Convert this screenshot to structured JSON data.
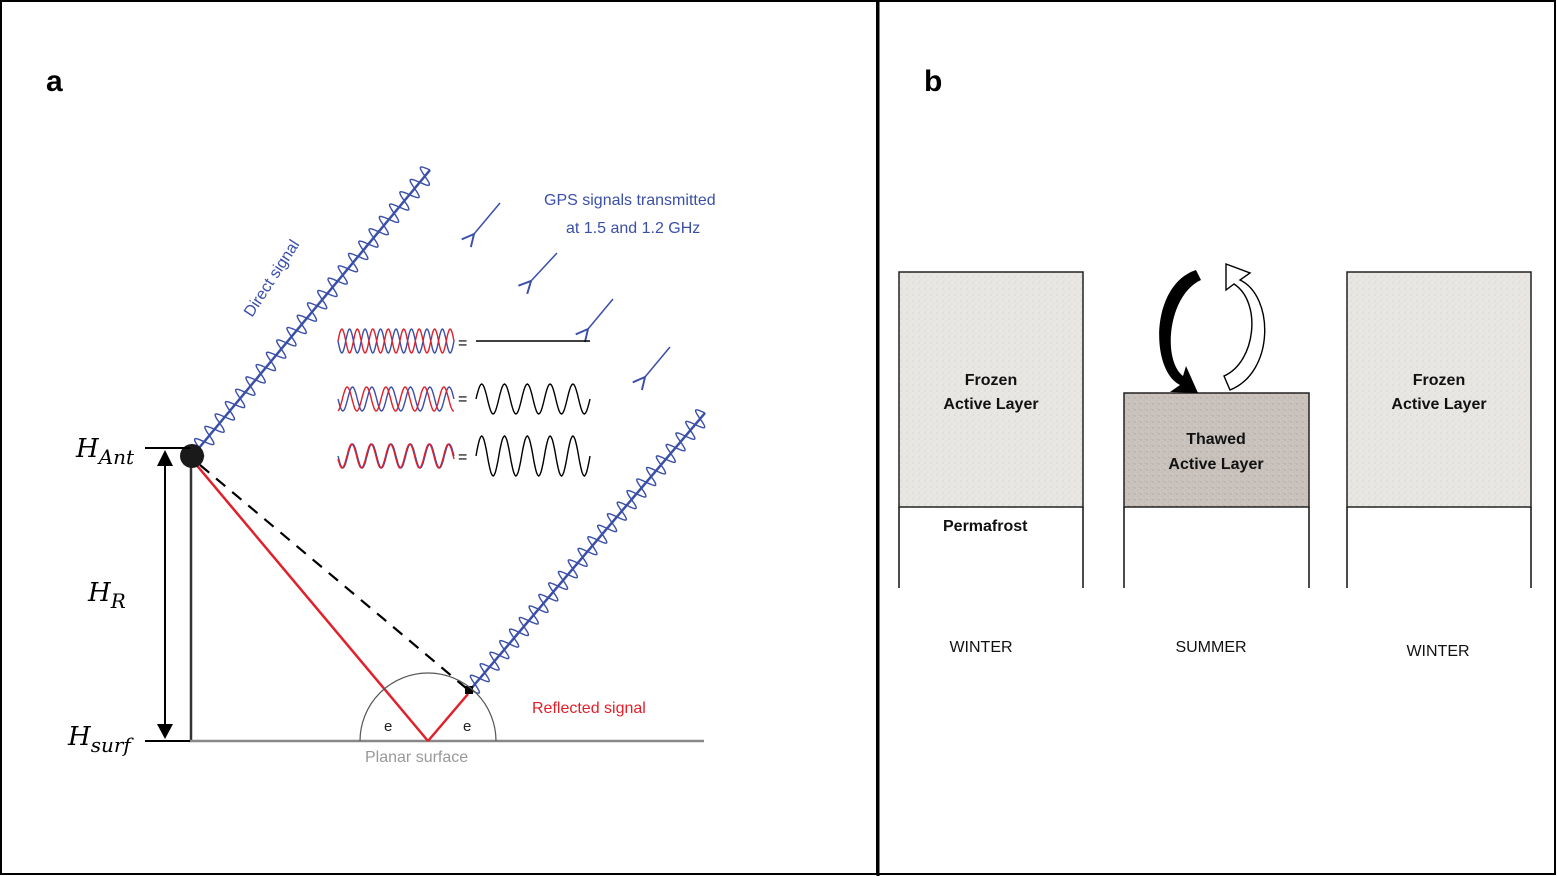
{
  "panel_a": {
    "label": "a",
    "gps_text_line1": "GPS signals transmitted",
    "gps_text_line2": "at 1.5 and 1.2 GHz",
    "direct_signal": "Direct signal",
    "reflected_signal": "Reflected signal",
    "planar_surface": "Planar surface",
    "angle_label": "e",
    "equals": "=",
    "h_ant_main": "H",
    "h_ant_sub": "Ant",
    "h_r_main": "H",
    "h_r_sub": "R",
    "h_surf_main": "H",
    "h_surf_sub": "surf",
    "colors": {
      "signal_blue": "#3a4fa8",
      "reflected_red": "#e0202a",
      "surface_gray": "#888888",
      "label_blue": "#3a4fa8"
    }
  },
  "panel_b": {
    "label": "b",
    "block1_line1": "Frozen",
    "block1_line2": "Active Layer",
    "block2_line1": "Thawed",
    "block2_line2": "Active Layer",
    "block3_line1": "Frozen",
    "block3_line2": "Active Layer",
    "permafrost": "Permafrost",
    "season1": "WINTER",
    "season2": "SUMMER",
    "season3": "WINTER",
    "colors": {
      "frozen_fill": "#e8e6e3",
      "thawed_fill": "#c9c2bc"
    }
  }
}
